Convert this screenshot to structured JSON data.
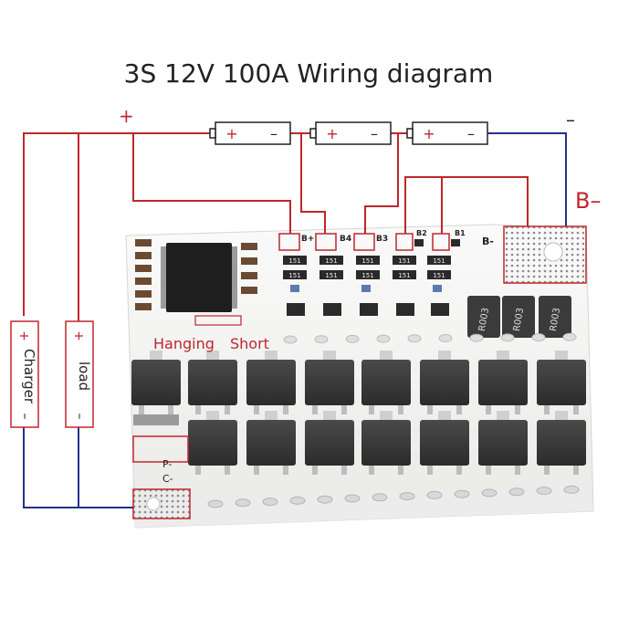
{
  "title": "3S 12V 100A Wiring diagram",
  "wire_labels": {
    "positive": "+",
    "negative": "–",
    "b_minus": "B–"
  },
  "batteries": [
    {
      "plus": "+",
      "minus": "–"
    },
    {
      "plus": "+",
      "minus": "–"
    },
    {
      "plus": "+",
      "minus": "–"
    }
  ],
  "pads": {
    "b_plus": "B+",
    "b4": "B4",
    "b3": "B3",
    "b2": "B2",
    "b1": "B1",
    "b_minus": "B-",
    "p_minus": "P-",
    "c_minus": "C-"
  },
  "side_boxes": {
    "charger": {
      "plus": "+",
      "text": "Charger",
      "minus": "–"
    },
    "load": {
      "plus": "+",
      "text": "load",
      "minus": "–"
    }
  },
  "board_notes": {
    "hanging": "Hanging",
    "short": "Short"
  },
  "resistors": [
    {
      "marking": "R003"
    },
    {
      "marking": "R003"
    },
    {
      "marking": "R003"
    }
  ],
  "smd_markings": [
    "151",
    "151",
    "151",
    "151",
    "151",
    "151",
    "151",
    "151",
    "151",
    "151"
  ],
  "colors": {
    "positive_wire": "#c0262c",
    "negative_wire": "#24308f",
    "board": "#f4f4f2",
    "mosfet": "#3a3a3a",
    "label_red": "#c0262c"
  }
}
